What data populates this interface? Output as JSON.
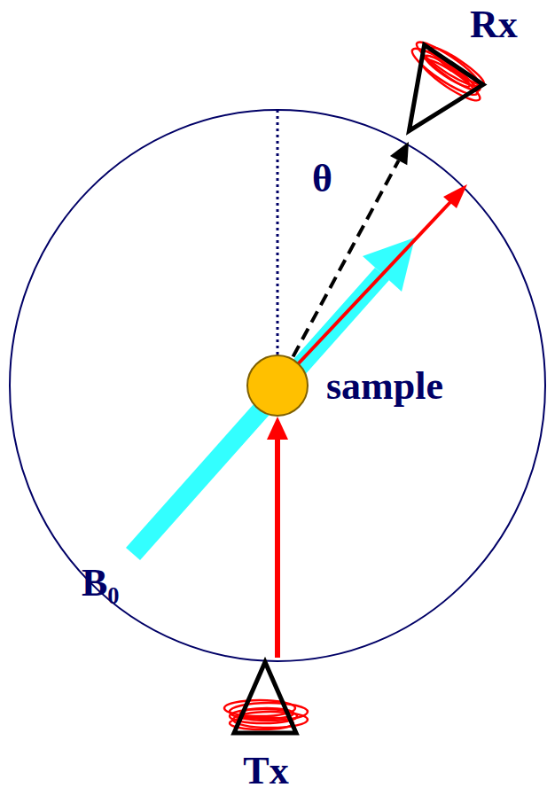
{
  "diagram": {
    "nodes": [
      {
        "text": [
          "Rx"
        ]
      },
      {
        "text": [
          "sample"
        ]
      },
      {
        "text": [
          "Tx"
        ]
      }
    ],
    "edges": [
      {
        "from": 2,
        "to": 1,
        "arrow": "to"
      },
      {
        "from": 1,
        "to": 0,
        "arrow": "to"
      }
    ],
    "labels": [
      "θ",
      "B₀"
    ]
  }
}
